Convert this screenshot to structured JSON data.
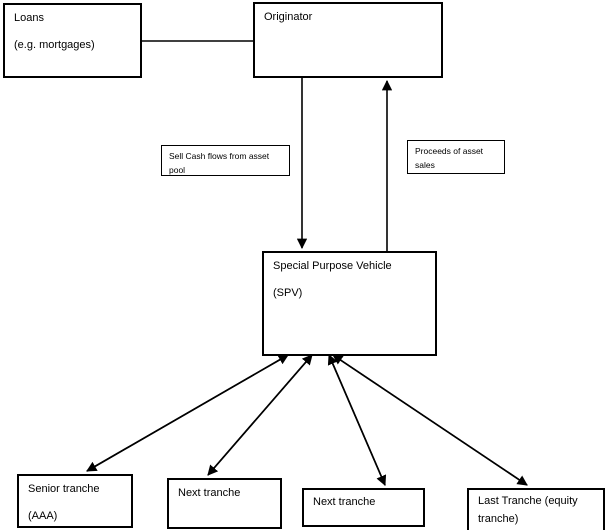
{
  "diagram": {
    "type": "flow-diagram",
    "subject": "securitization-structure",
    "colors": {
      "background": "#ffffff",
      "box_border": "#000000",
      "arrow": "#000000",
      "text": "#000000"
    },
    "nodes": {
      "loans": {
        "lines": [
          "Loans",
          "(e.g. mortgages)"
        ]
      },
      "originator": {
        "lines": [
          "Originator"
        ]
      },
      "sell_label": {
        "lines": [
          "Sell Cash flows from asset",
          "pool"
        ]
      },
      "proceeds_label": {
        "lines": [
          "Proceeds of asset",
          "sales"
        ]
      },
      "spv": {
        "lines": [
          "Special Purpose Vehicle",
          "(SPV)"
        ]
      },
      "senior_tranche": {
        "lines": [
          "Senior tranche",
          "(AAA)"
        ]
      },
      "next_tranche_1": {
        "lines": [
          "Next tranche"
        ]
      },
      "next_tranche_2": {
        "lines": [
          "Next tranche"
        ]
      },
      "last_tranche": {
        "lines": [
          "Last Tranche (equity",
          "tranche)"
        ]
      }
    },
    "edges": [
      {
        "from": "loans",
        "to": "originator",
        "style": "plain-line"
      },
      {
        "from": "originator",
        "to": "spv",
        "style": "arrow-down",
        "label": "Sell Cash flows from asset pool"
      },
      {
        "from": "spv",
        "to": "originator",
        "style": "arrow-up",
        "label": "Proceeds of asset sales"
      },
      {
        "from": "spv",
        "to": "senior_tranche",
        "style": "double-arrow"
      },
      {
        "from": "spv",
        "to": "next_tranche_1",
        "style": "double-arrow"
      },
      {
        "from": "spv",
        "to": "next_tranche_2",
        "style": "double-arrow"
      },
      {
        "from": "spv",
        "to": "last_tranche",
        "style": "double-arrow"
      }
    ]
  }
}
